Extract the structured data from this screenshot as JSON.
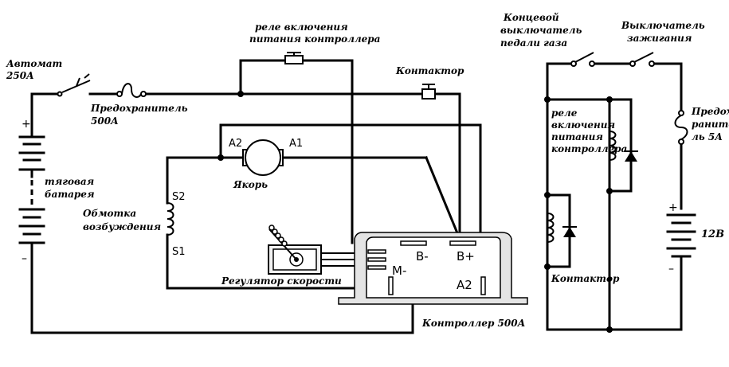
{
  "labels": {
    "breaker": [
      "Автомат",
      "250А"
    ],
    "fuse_main": [
      "Предохранитель",
      "500А"
    ],
    "relay_top": [
      "реле включения",
      "питания контроллера"
    ],
    "contactor_top": "Контактор",
    "traction_battery": [
      "тяговая",
      "батарея"
    ],
    "field_winding": [
      "Обмотка",
      "возбуждения"
    ],
    "armature": "Якорь",
    "speed_regulator": "Регулятор скорости",
    "controller": "Контроллер 500А",
    "pedal_switch": [
      "Концевой",
      "выключатель",
      "педали газа"
    ],
    "ignition_switch": [
      "Выключатель",
      "зажигания"
    ],
    "fuse_small": [
      "Предох",
      "раните",
      "ль 5А"
    ],
    "relay_right": [
      "реле",
      "включения",
      "питания",
      "контроллера"
    ],
    "contactor_right": "Контактор",
    "aux_battery": "12В"
  },
  "terminals": {
    "a2_motor": "A2",
    "a1_motor": "A1",
    "s2": "S2",
    "s1": "S1",
    "b_minus": "B-",
    "b_plus": "B+",
    "m_minus": "M-",
    "a2_ctrl": "A2",
    "plus_left": "+",
    "minus_left": "–",
    "plus_right": "+",
    "minus_right": "–"
  }
}
